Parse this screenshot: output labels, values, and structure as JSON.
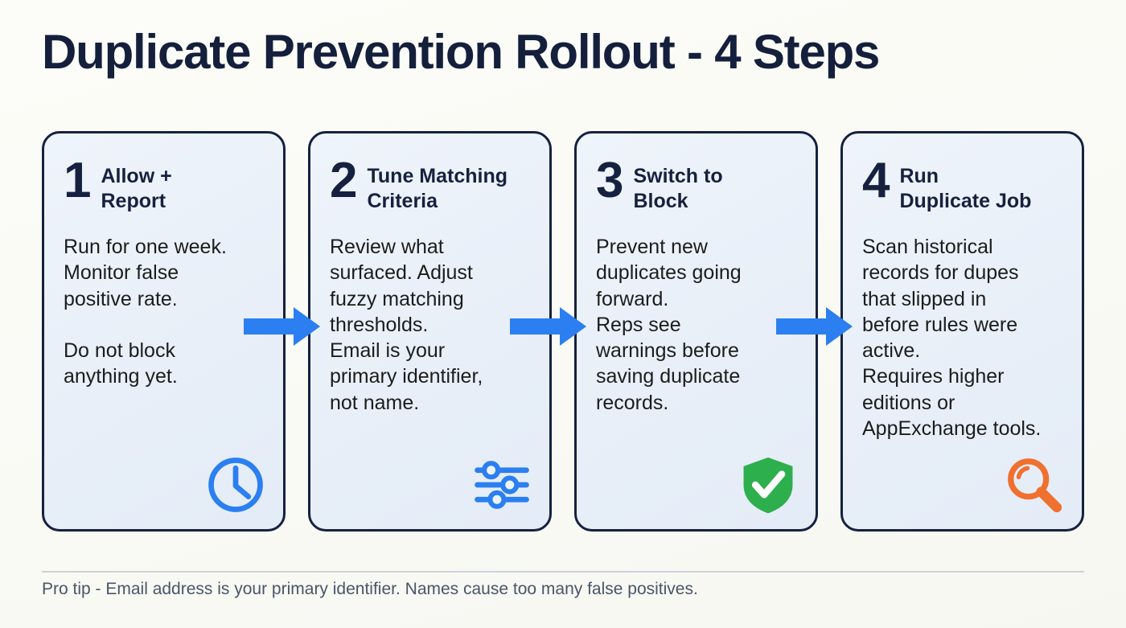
{
  "title": "Duplicate Prevention Rollout - 4 Steps",
  "colors": {
    "background": "#FAFAF6",
    "navy": "#16213F",
    "card_fill": "#E9F0F8",
    "arrow_blue": "#2B7FF0",
    "icon_blue": "#2B7FF0",
    "icon_green": "#2EAF4E",
    "icon_orange": "#F0702F",
    "footer_text": "#4A5568",
    "divider": "#CBD2DC"
  },
  "steps": [
    {
      "number": "1",
      "title": "Allow +\nReport",
      "body": "Run for one week.\nMonitor false\npositive rate.\n\nDo not block\nanything yet.",
      "icon": "clock-icon"
    },
    {
      "number": "2",
      "title": "Tune Matching\nCriteria",
      "body": "Review what\nsurfaced. Adjust\nfuzzy matching\nthresholds.\nEmail is your\nprimary identifier,\nnot name.",
      "icon": "sliders-icon"
    },
    {
      "number": "3",
      "title": "Switch to\nBlock",
      "body": "Prevent new\nduplicates going\nforward.\nReps see\nwarnings before\nsaving duplicate\nrecords.",
      "icon": "shield-check-icon"
    },
    {
      "number": "4",
      "title": "Run\nDuplicate Job",
      "body": "Scan historical\nrecords for dupes\nthat slipped in\nbefore rules were\nactive.\nRequires higher\neditions or\nAppExchange tools.",
      "icon": "magnifier-icon"
    }
  ],
  "connectors": [
    {
      "name": "arrow-step-1-to-2"
    },
    {
      "name": "arrow-step-2-to-3"
    },
    {
      "name": "arrow-step-3-to-4"
    }
  ],
  "footer": {
    "note": "Pro tip - Email address is your primary identifier. Names cause too many false positives."
  }
}
